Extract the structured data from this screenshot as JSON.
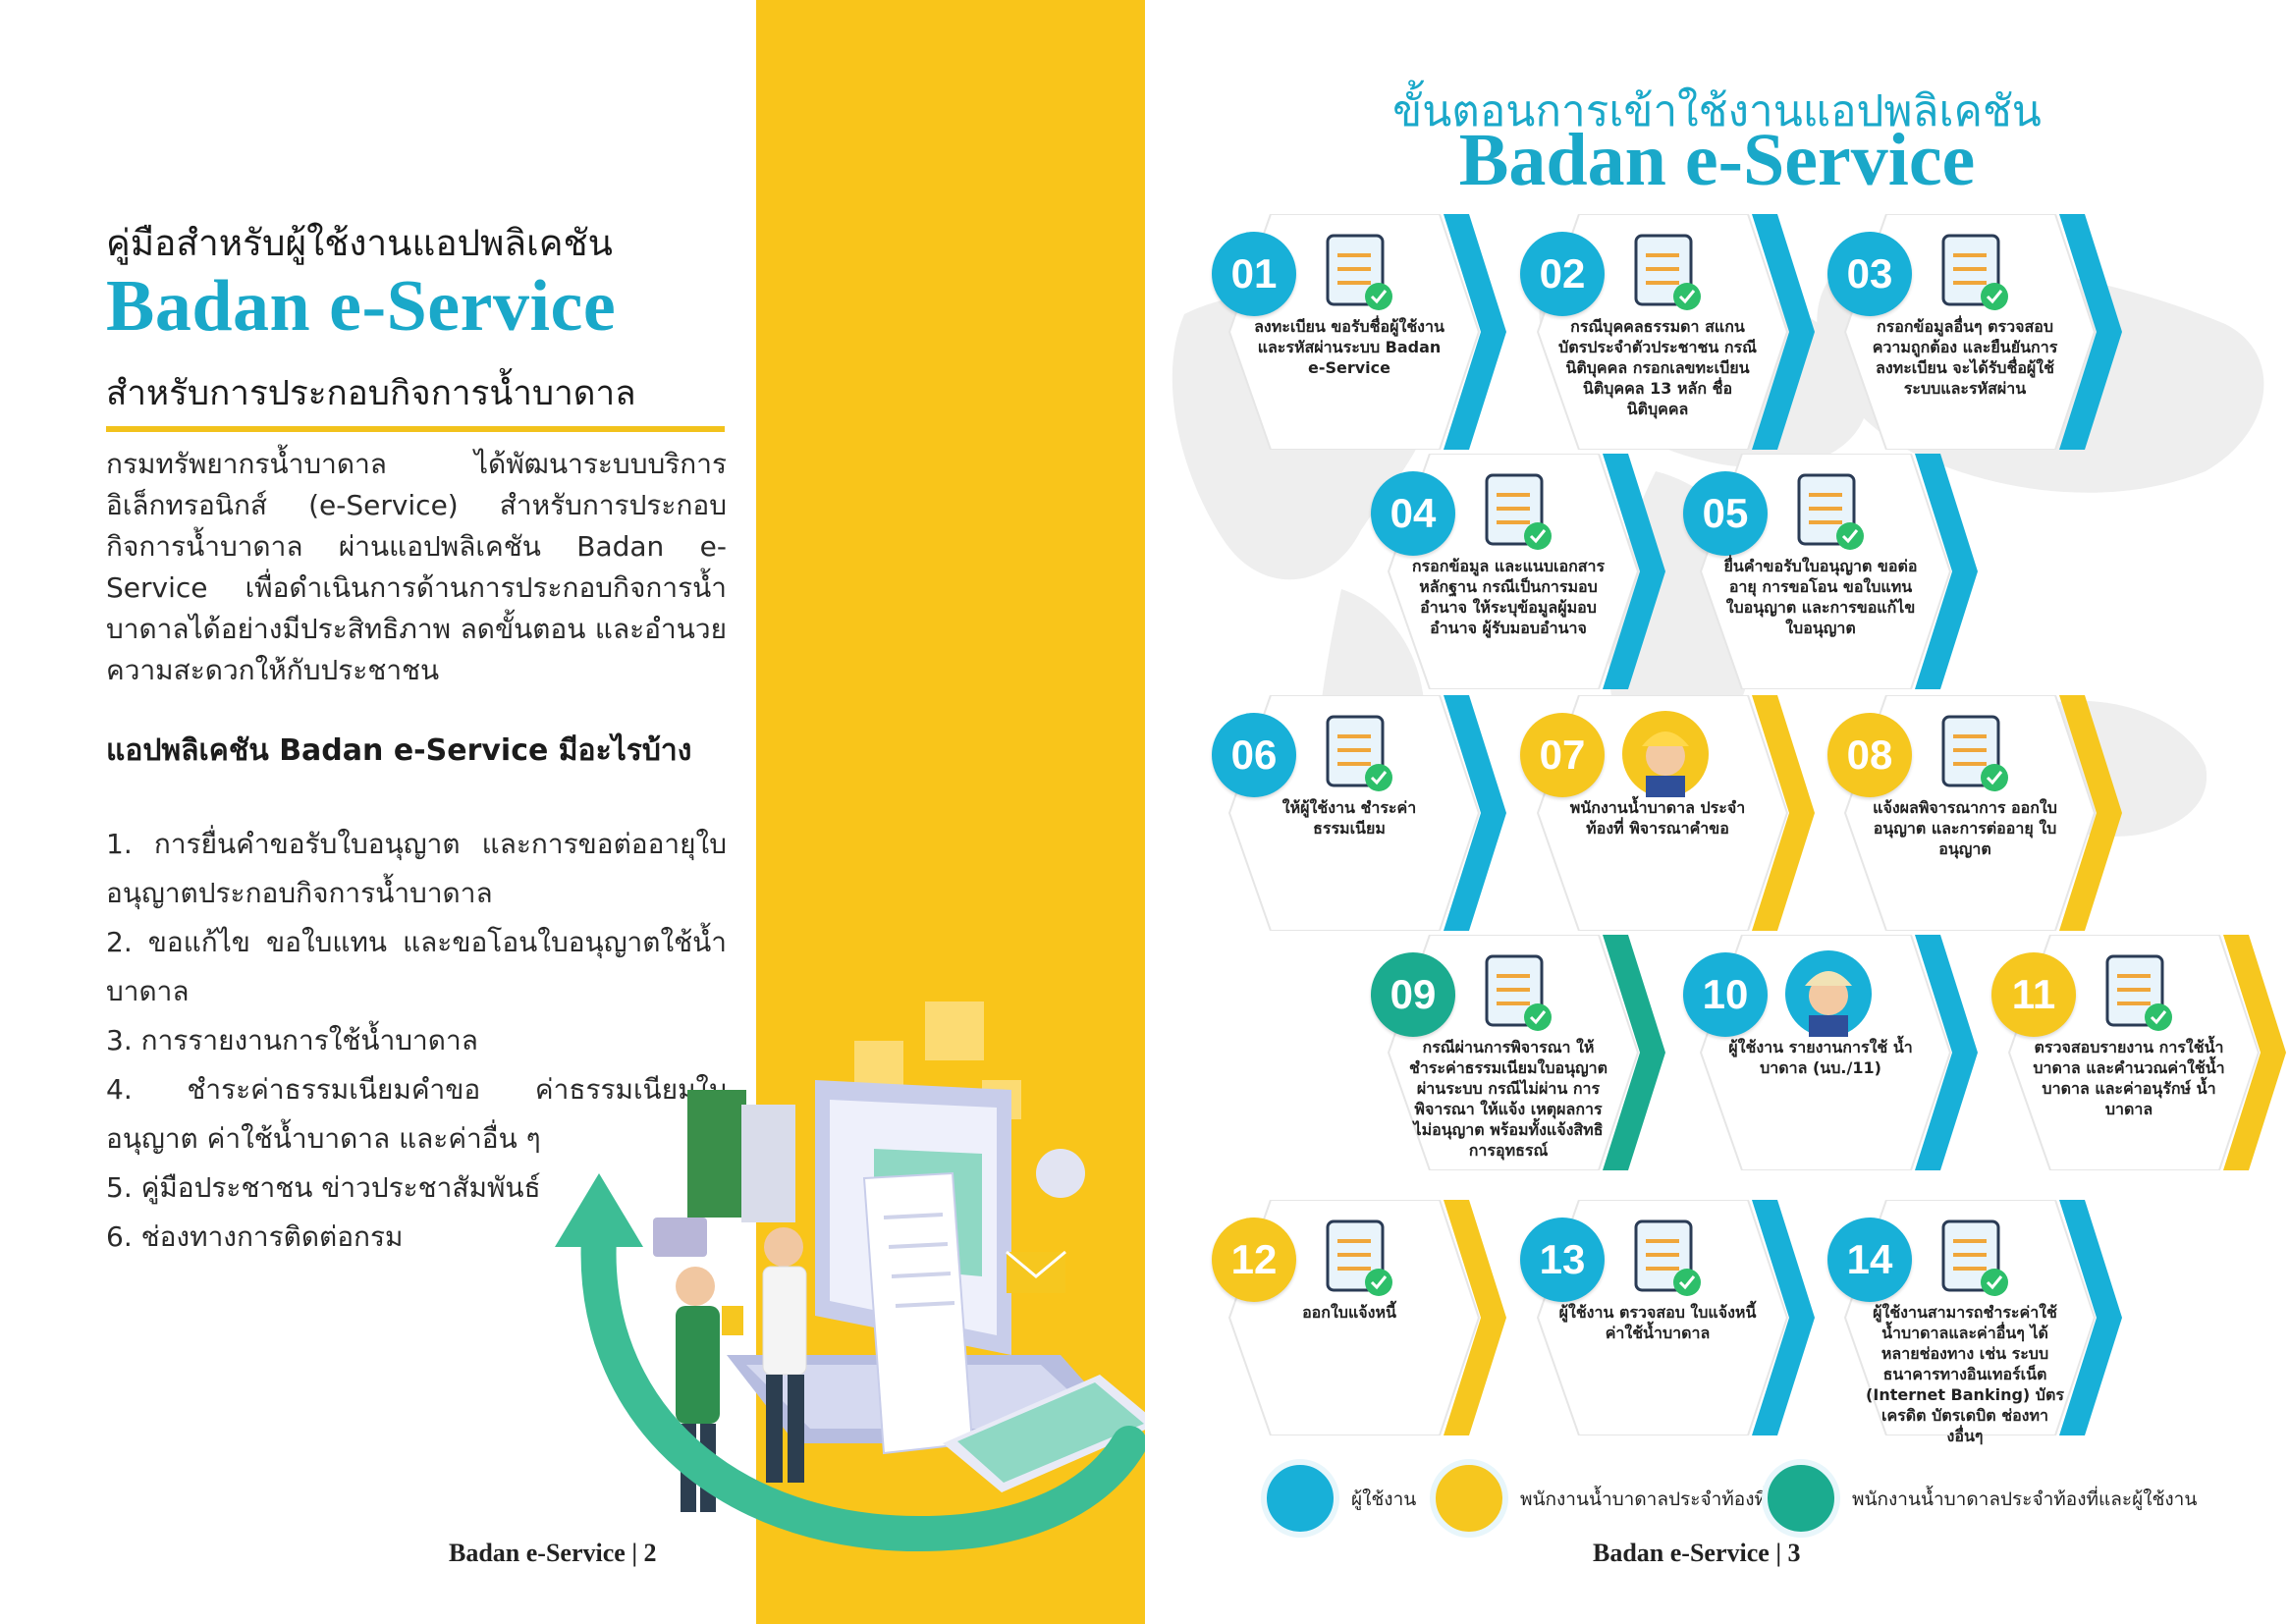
{
  "left_page": {
    "supertitle": "คู่มือสำหรับผู้ใช้งานแอปพลิเคชัน",
    "brand": "Badan e-Service",
    "subtitle": "สำหรับการประกอบกิจการน้ำบาดาล",
    "intro": "กรมทรัพยากรน้ำบาดาล ได้พัฒนาระบบบริการอิเล็กทรอนิกส์ (e-Service) สำหรับการประกอบกิจการน้ำบาดาล ผ่านแอปพลิเคชัน Badan e-Service เพื่อดำเนินการด้านการประกอบกิจการน้ำบาดาลได้อย่างมีประสิทธิภาพ ลดขั้นตอน และอำนวยความสะดวกให้กับประชาชน",
    "question": "แอปพลิเคชัน Badan e-Service มีอะไรบ้าง",
    "features": [
      "1. การยื่นคำขอรับใบอนุญาต และการขอต่ออายุใบอนุญาตประกอบกิจการน้ำบาดาล",
      "2. ขอแก้ไข ขอใบแทน และขอโอนใบอนุญาตใช้น้ำบาดาล",
      "3. การรายงานการใช้น้ำบาดาล",
      "4. ชำระค่าธรรมเนียมคำขอ ค่าธรรมเนียมใบอนุญาต ค่าใช้น้ำบาดาล และค่าอื่น ๆ",
      "5. คู่มือประชาชน ข่าวประชาสัมพันธ์",
      "6. ช่องทางการติดต่อกรม"
    ],
    "footer_brand": "Badan e-Service",
    "page_number": "2"
  },
  "right_page": {
    "supertitle": "ขั้นตอนการเข้าใช้งานแอปพลิเคชัน",
    "title": "Badan e-Service",
    "steps": [
      {
        "num": "01",
        "color": "blue",
        "icon": "user-registration-icon",
        "text": "ลงทะเบียน ขอรับชื่อผู้ใช้งานและรหัสผ่านระบบ Badan e-Service"
      },
      {
        "num": "02",
        "color": "blue",
        "icon": "id-card-icon",
        "text": "กรณีบุคคลธรรมดา สแกนบัตรประจำตัวประชาชน กรณีนิติบุคคล กรอกเลขทะเบียนนิติบุคคล 13 หลัก ชื่อนิติบุคคล"
      },
      {
        "num": "03",
        "color": "blue",
        "icon": "document-search-icon",
        "text": "กรอกข้อมูลอื่นๆ ตรวจสอบความถูกต้อง และยืนยันการลงทะเบียน จะได้รับชื่อผู้ใช้ระบบและรหัสผ่าน"
      },
      {
        "num": "04",
        "color": "blue",
        "icon": "clipboard-icon",
        "text": "กรอกข้อมูล และแนบเอกสารหลักฐาน กรณีเป็นการมอบอำนาจ ให้ระบุข้อมูลผู้มอบอำนาจ ผู้รับมอบอำนาจ"
      },
      {
        "num": "05",
        "color": "blue",
        "icon": "license-document-icon",
        "text": "ยื่นคำขอรับใบอนุญาต ขอต่ออายุ การขอโอน ขอใบแทนใบอนุญาต และการขอแก้ไขใบอนุญาต"
      },
      {
        "num": "06",
        "color": "blue",
        "icon": "paid-tablet-icon",
        "text": "ให้ผู้ใช้งาน ชำระค่าธรรมเนียม"
      },
      {
        "num": "07",
        "color": "yellow",
        "icon": "officer-icon",
        "text": "พนักงานน้ำบาดาล ประจำท้องที่ พิจารณาคำขอ"
      },
      {
        "num": "08",
        "color": "yellow",
        "icon": "email-notification-icon",
        "text": "แจ้งผลพิจารณาการ ออกใบอนุญาต และการต่ออายุ ใบอนุญาต"
      },
      {
        "num": "09",
        "color": "green",
        "icon": "payment-approve-icon",
        "text": "กรณีผ่านการพิจารณา ให้ชำระค่าธรรมเนียมใบอนุญาต ผ่านระบบ กรณีไม่ผ่าน การพิจารณา ให้แจ้ง เหตุผลการไม่อนุญาต พร้อมทั้งแจ้งสิทธิ การอุทธรณ์"
      },
      {
        "num": "10",
        "color": "blue",
        "icon": "farmer-user-icon",
        "text": "ผู้ใช้งาน รายงานการใช้ น้ำบาดาล (นบ./11)"
      },
      {
        "num": "11",
        "color": "yellow",
        "icon": "invoice-icon",
        "text": "ตรวจสอบรายงาน การใช้น้ำบาดาล และคำนวณค่าใช้น้ำบาดาล และค่าอนุรักษ์ น้ำบาดาล"
      },
      {
        "num": "12",
        "color": "yellow",
        "icon": "money-bag-icon",
        "text": "ออกใบแจ้งหนี้"
      },
      {
        "num": "13",
        "color": "blue",
        "icon": "phone-check-icon",
        "text": "ผู้ใช้งาน ตรวจสอบ ใบแจ้งหนี้ค่าใช้น้ำบาดาล"
      },
      {
        "num": "14",
        "color": "blue",
        "icon": "finance-growth-icon",
        "text": "ผู้ใช้งานสามารถชำระค่าใช้น้ำบาดาลและค่าอื่นๆ ได้หลายช่องทาง เช่น ระบบธนาคารทางอินเทอร์เน็ต (Internet Banking) บัตรเครดิต บัตรเดบิต ช่องทางอื่นๆ"
      }
    ],
    "legend": [
      {
        "icon": "farmer-user-icon",
        "color": "#18b0d8",
        "label": "ผู้ใช้งาน"
      },
      {
        "icon": "officer-icon",
        "color": "#f6c71f",
        "label": "พนักงานน้ำบาดาลประจำท้องที่"
      },
      {
        "icon": "officer-and-user-icon",
        "color": "#1bab8f",
        "label": "พนักงานน้ำบาดาลประจำท้องที่และผู้ใช้งาน"
      }
    ],
    "footer_brand": "Badan e-Service",
    "page_number": "3"
  },
  "colors": {
    "brand": "#1aa8c9",
    "blue": "#18b0d8",
    "yellow": "#f6c71f",
    "green": "#1bab8f",
    "band": "#f9c51a"
  }
}
